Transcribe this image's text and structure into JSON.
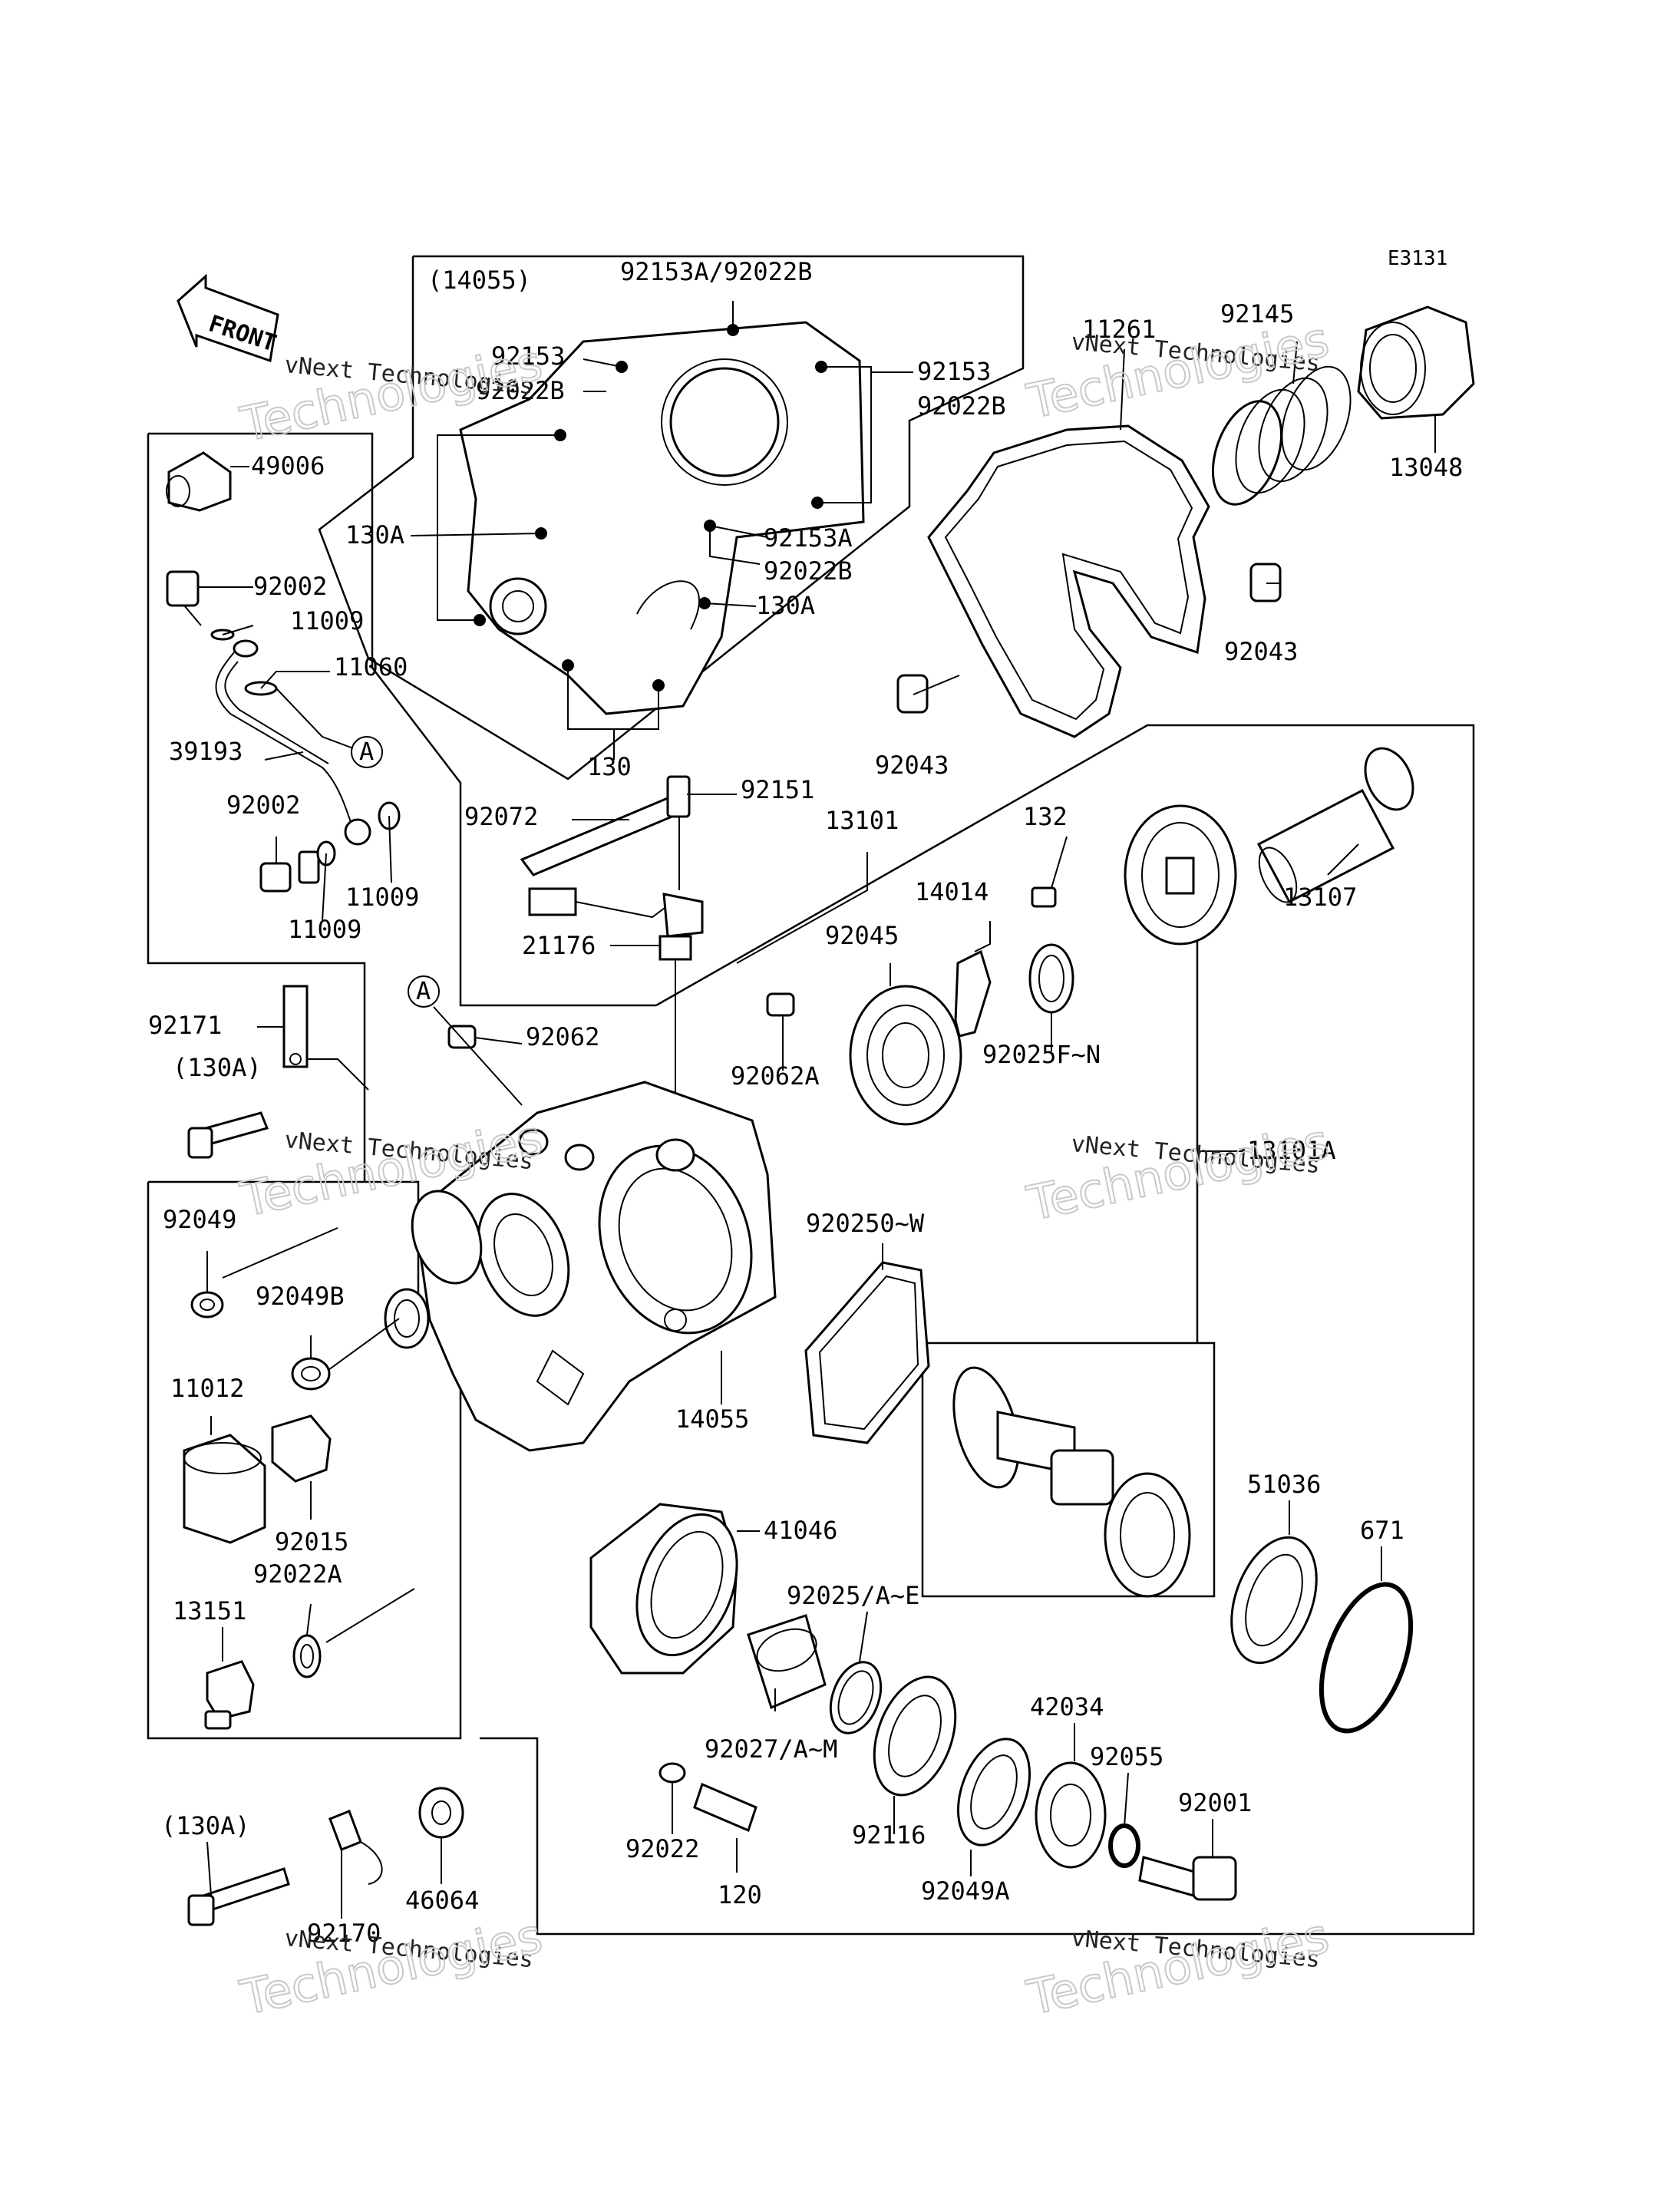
{
  "diagram_code": "E3131",
  "direction_label": "FRONT",
  "watermark": {
    "line1": "vNext Technologies",
    "line2": "Technologies"
  },
  "callouts": [
    "(14055)",
    "92153A/92022B",
    "92153",
    "92022B",
    "92153",
    "92022B",
    "130A",
    "92153A",
    "92022B",
    "130A",
    "130",
    "49006",
    "92002",
    "11009",
    "11060",
    "A",
    "39193",
    "92002",
    "11009",
    "11009",
    "92145",
    "11261",
    "13048",
    "92043",
    "92043",
    "92151",
    "92072",
    "13101",
    "132",
    "14014",
    "13107",
    "21176",
    "92045",
    "92025F~N",
    "A",
    "92062",
    "92062A",
    "92171",
    "(130A)",
    "13101A",
    "92049",
    "920250~W",
    "92049B",
    "14055",
    "11012",
    "92015",
    "92022A",
    "51036",
    "671",
    "41046",
    "92025/A~E",
    "13151",
    "42034",
    "92027/A~M",
    "92055",
    "92001",
    "(130A)",
    "92116",
    "92022",
    "46064",
    "120",
    "92049A",
    "92170"
  ]
}
